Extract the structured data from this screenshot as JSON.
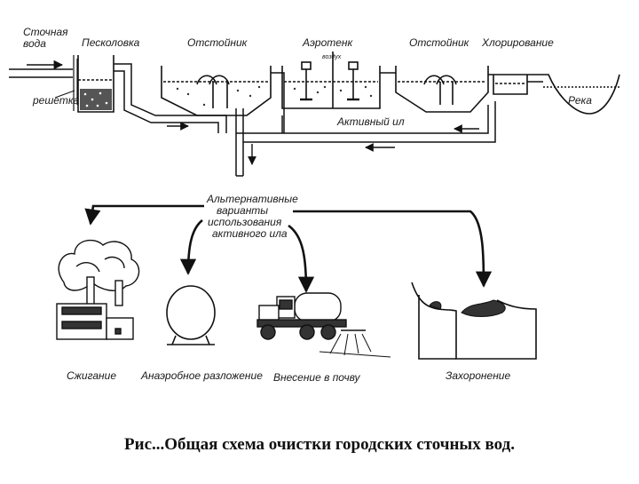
{
  "process": {
    "inlet": "Сточная вода",
    "screen": "решетка",
    "sand_trap": "Песколовка",
    "settler_1": "Отстойник",
    "aerotank": "Аэротенк",
    "air": "воздух",
    "settler_2": "Отстойник",
    "chlorination": "Хлорирование",
    "river": "Река",
    "activated_sludge": "Активный ил"
  },
  "alternatives": {
    "title": "Альтернативные варианты использования активного ила",
    "incineration": "Сжигание",
    "anaerobic": "Анаэробное разложение",
    "soil": "Внесение в почву",
    "burial": "Захоронение"
  },
  "caption": "Рис...Общая схема очистки городских сточных вод."
}
